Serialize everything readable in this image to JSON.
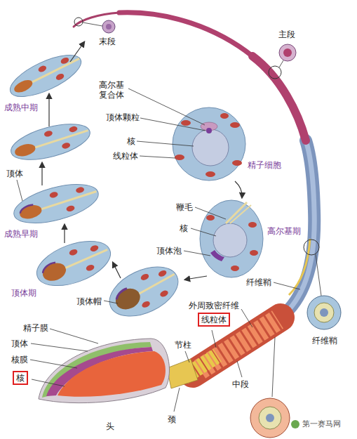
{
  "diagram": {
    "nodes": [
      {
        "text": [
          "线粒体"
        ]
      },
      {
        "text": [
          "核"
        ]
      }
    ],
    "labels": [
      "末段",
      "主段",
      "高尔基复合体",
      "顶体颗粒",
      "核",
      "线粒体",
      "精子细胞",
      "鞭毛",
      "核",
      "高尔基期",
      "顶体泡",
      "纤维鞘",
      "纤维鞘",
      "成熟中期",
      "顶体",
      "成熟早期",
      "顶体期",
      "顶体帽",
      "外周致密纤维",
      "精子膜",
      "顶体",
      "核膜",
      "节柱",
      "中段",
      "颈",
      "头",
      "第一赛马网"
    ]
  }
}
